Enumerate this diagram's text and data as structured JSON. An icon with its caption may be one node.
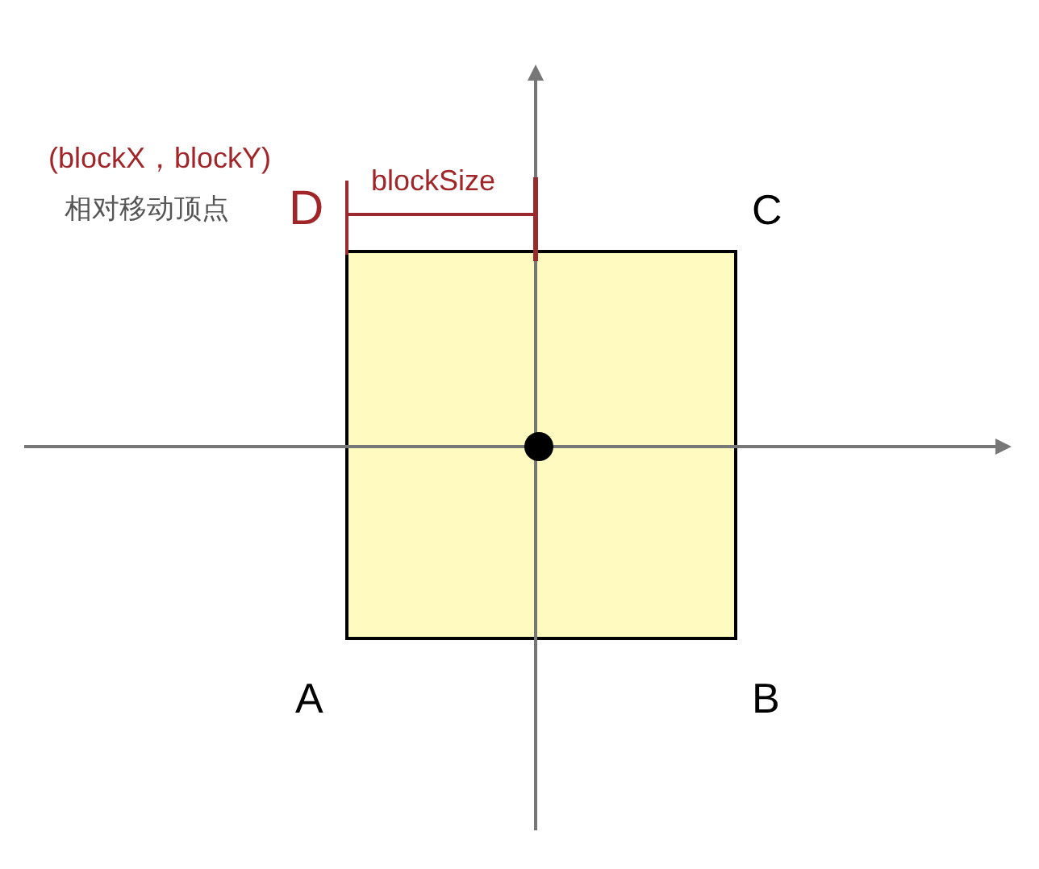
{
  "diagram": {
    "labels": [
      "(blockX，blockY)",
      "相对移动顶点",
      "D",
      "blockSize",
      "C",
      "A",
      "B"
    ]
  }
}
